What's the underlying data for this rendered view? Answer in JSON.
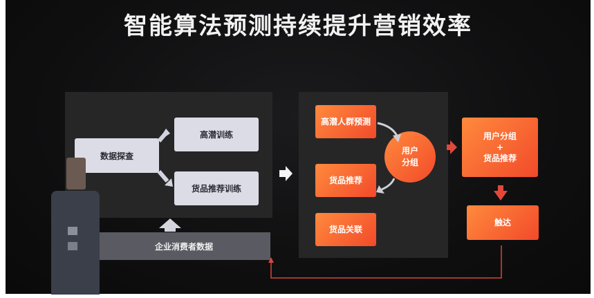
{
  "title": "智能算法预测持续提升营销效率",
  "left_panel": {
    "explore": "数据探查",
    "high_potential_training": "高潜训练",
    "product_rec_training": "货品推荐训练",
    "enterprise_data": "企业消费者数据"
  },
  "middle_panel": {
    "high_potential_prediction": "高潜人群预测",
    "product_recommendation": "货品推荐",
    "product_association": "货品关联",
    "user_grouping": "用户\n分组"
  },
  "right_panel": {
    "grouping_plus_rec": "用户分组\n+\n货品推荐",
    "reach": "触达"
  },
  "colors": {
    "accent_orange": "#f25a2a",
    "light_box": "#dcdce6",
    "dark_bg": "#0f0f10"
  }
}
